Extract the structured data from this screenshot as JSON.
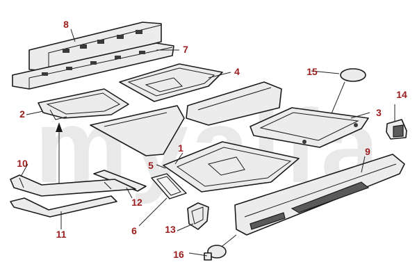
{
  "watermark": "myalfa",
  "callouts": [
    {
      "id": "1",
      "label": "1"
    },
    {
      "id": "2",
      "label": "2"
    },
    {
      "id": "3",
      "label": "3"
    },
    {
      "id": "4",
      "label": "4"
    },
    {
      "id": "5",
      "label": "5"
    },
    {
      "id": "6",
      "label": "6"
    },
    {
      "id": "7",
      "label": "7"
    },
    {
      "id": "8",
      "label": "8"
    },
    {
      "id": "9",
      "label": "9"
    },
    {
      "id": "10",
      "label": "10"
    },
    {
      "id": "11",
      "label": "11"
    },
    {
      "id": "12",
      "label": "12"
    },
    {
      "id": "13",
      "label": "13"
    },
    {
      "id": "14",
      "label": "14"
    },
    {
      "id": "15",
      "label": "15"
    },
    {
      "id": "16",
      "label": "16"
    }
  ]
}
